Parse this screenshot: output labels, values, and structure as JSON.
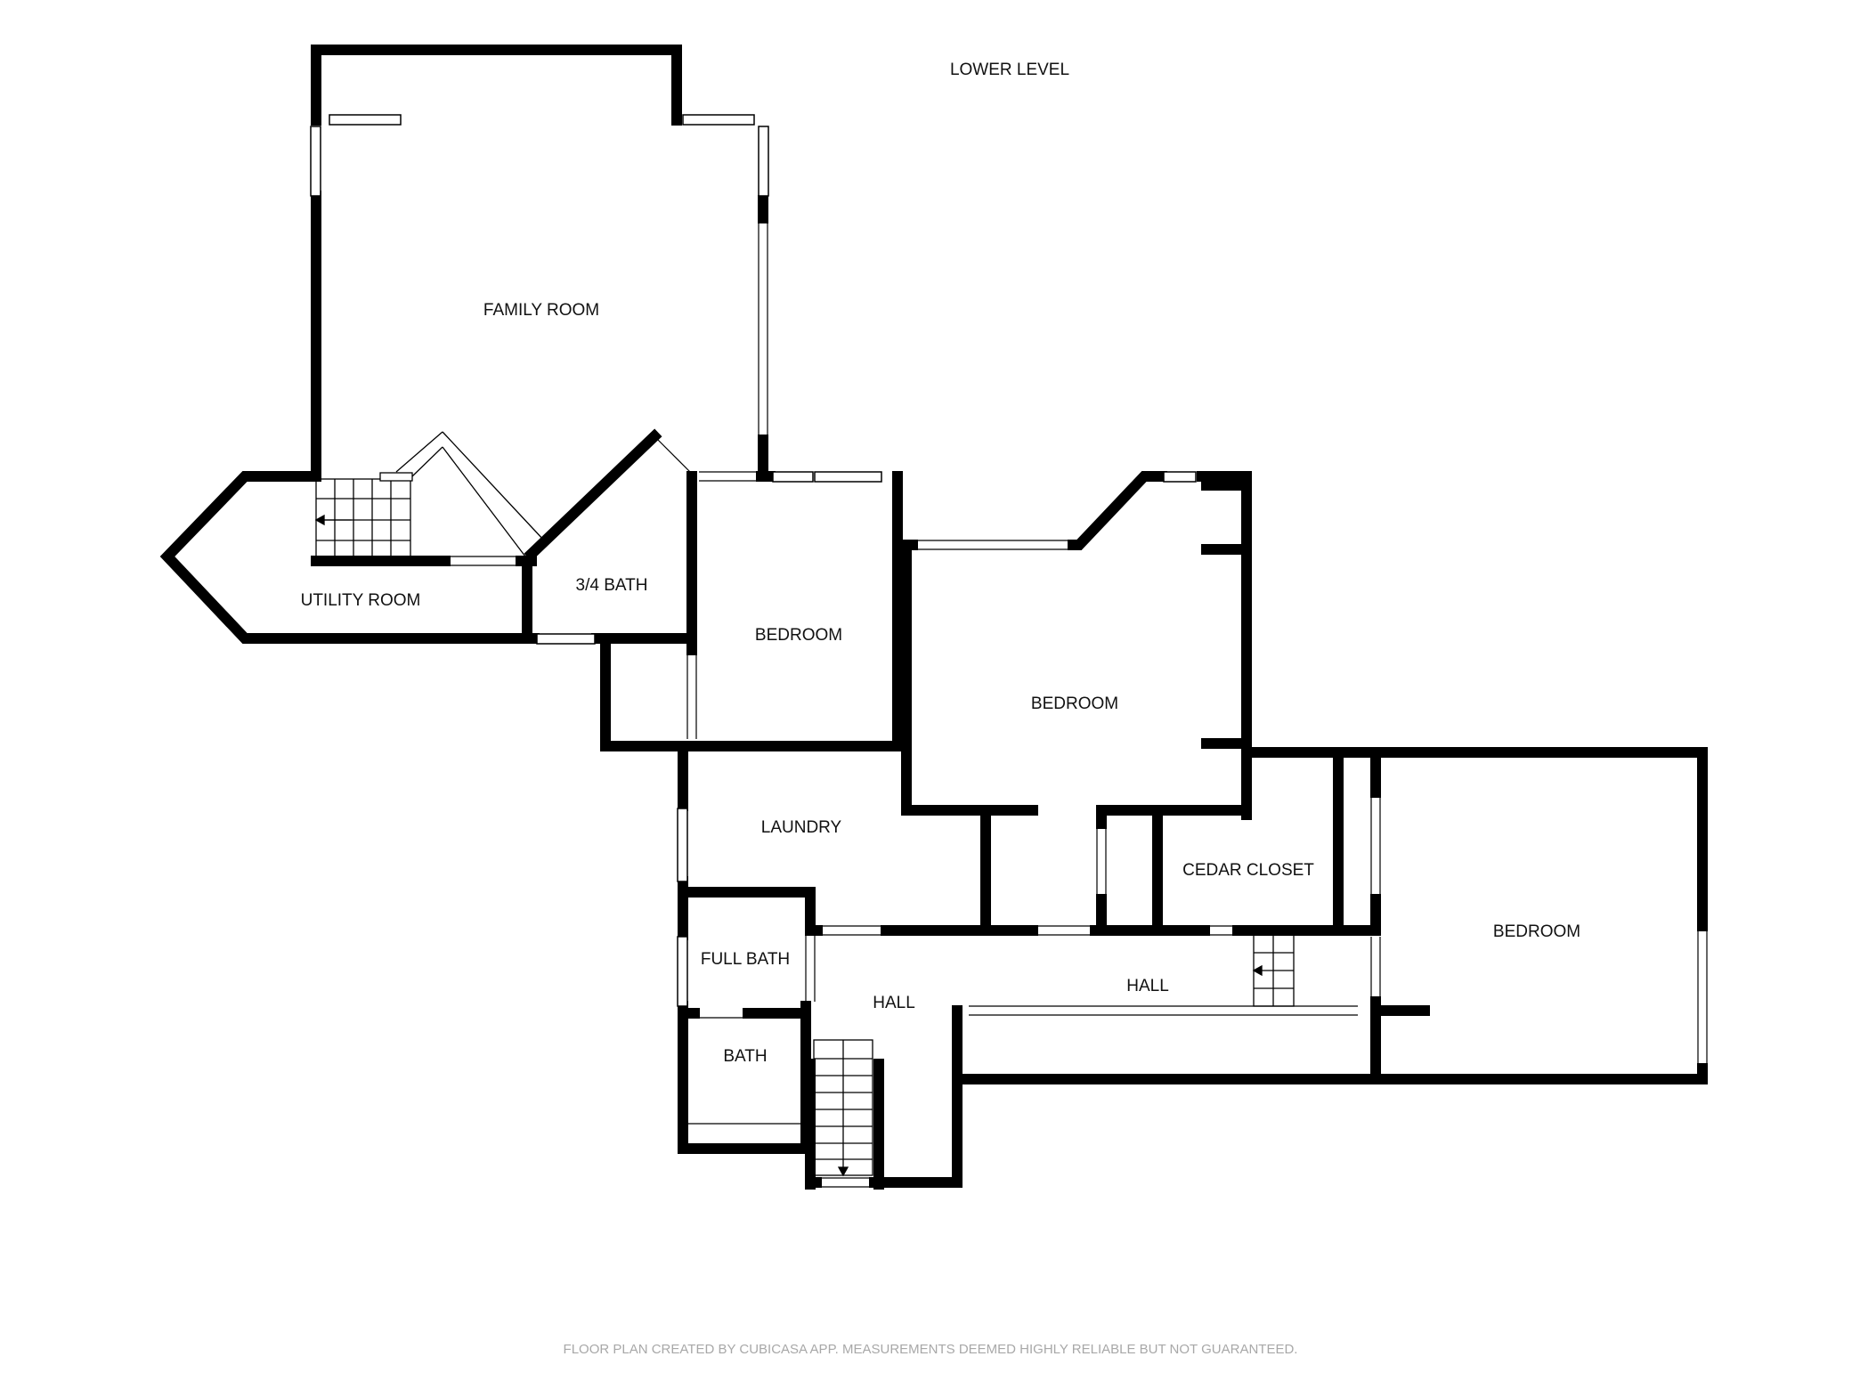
{
  "level_title": "LOWER LEVEL",
  "rooms": {
    "family_room": "FAMILY ROOM",
    "utility_room": "UTILITY ROOM",
    "three_quarter_bath": "3/4 BATH",
    "bedroom_1": "BEDROOM",
    "bedroom_2": "BEDROOM",
    "bedroom_3": "BEDROOM",
    "laundry": "LAUNDRY",
    "cedar_closet": "CEDAR CLOSET",
    "full_bath": "FULL BATH",
    "bath": "BATH",
    "hall_1": "HALL",
    "hall_2": "HALL"
  },
  "footer": "FLOOR PLAN CREATED BY CUBICASA APP. MEASUREMENTS DEEMED HIGHLY RELIABLE BUT NOT GUARANTEED.",
  "colors": {
    "wall": "#000000",
    "background": "#ffffff",
    "footer_text": "#a8a8a8"
  }
}
